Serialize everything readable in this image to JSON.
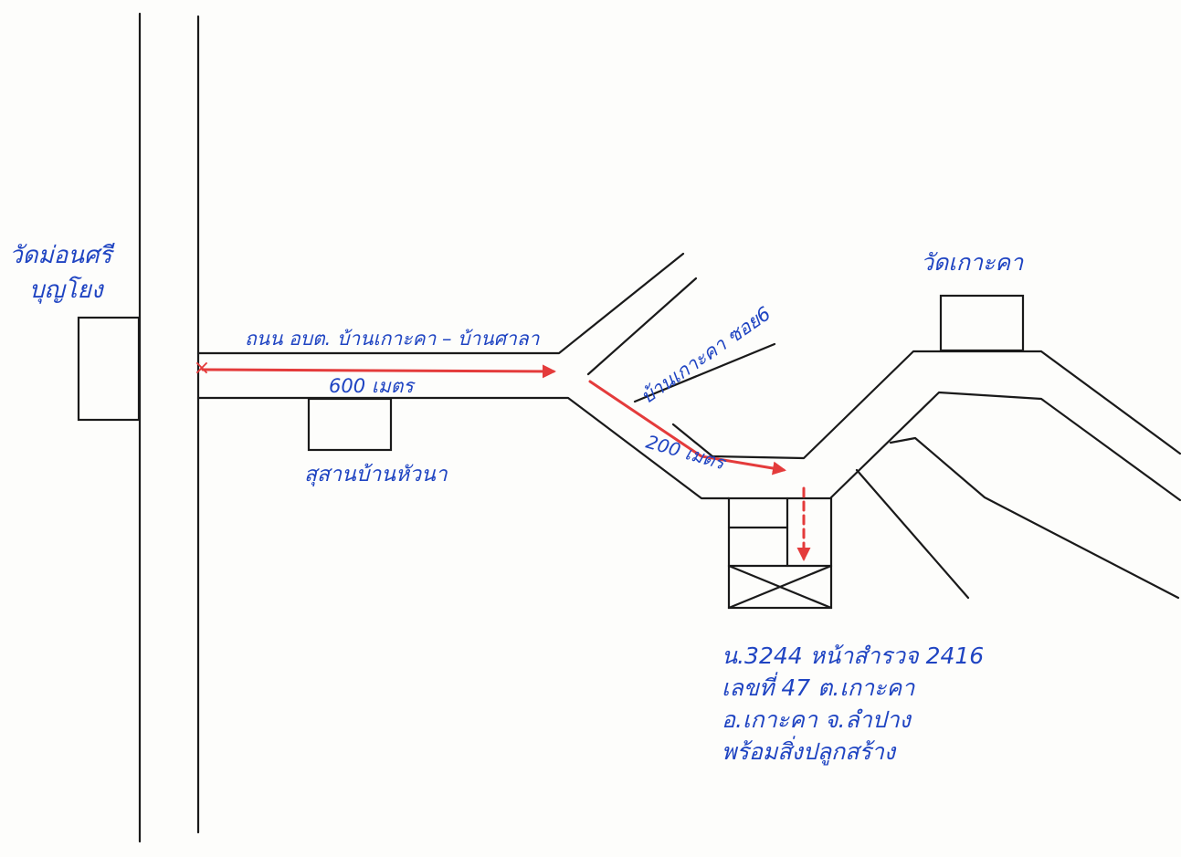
{
  "labels": {
    "temple_left": [
      "วัดม่อนศรี",
      "บุญโยง"
    ],
    "temple_right": "วัดเกาะคา",
    "main_road": "ถนน อบต. บ้านเกาะคา – บ้านศาลา",
    "distance_1": "600 เมตร",
    "distance_2": "200 เมตร",
    "soi": "บ้านเกาะคา ซอย6",
    "cemetery": "สุสานบ้านหัวนา",
    "address": [
      "น.3244 หน้าสำรวจ 2416",
      "เลขที่ 47 ต.เกาะคา",
      "อ.เกาะคา จ.ลำปาง",
      "พร้อมสิ่งปลูกสร้าง"
    ],
    "start_marker": "×"
  },
  "colors": {
    "ink": "#1f44c2",
    "route": "#e43b3b",
    "road": "#1a1a1a",
    "paper": "#fdfdfb"
  }
}
